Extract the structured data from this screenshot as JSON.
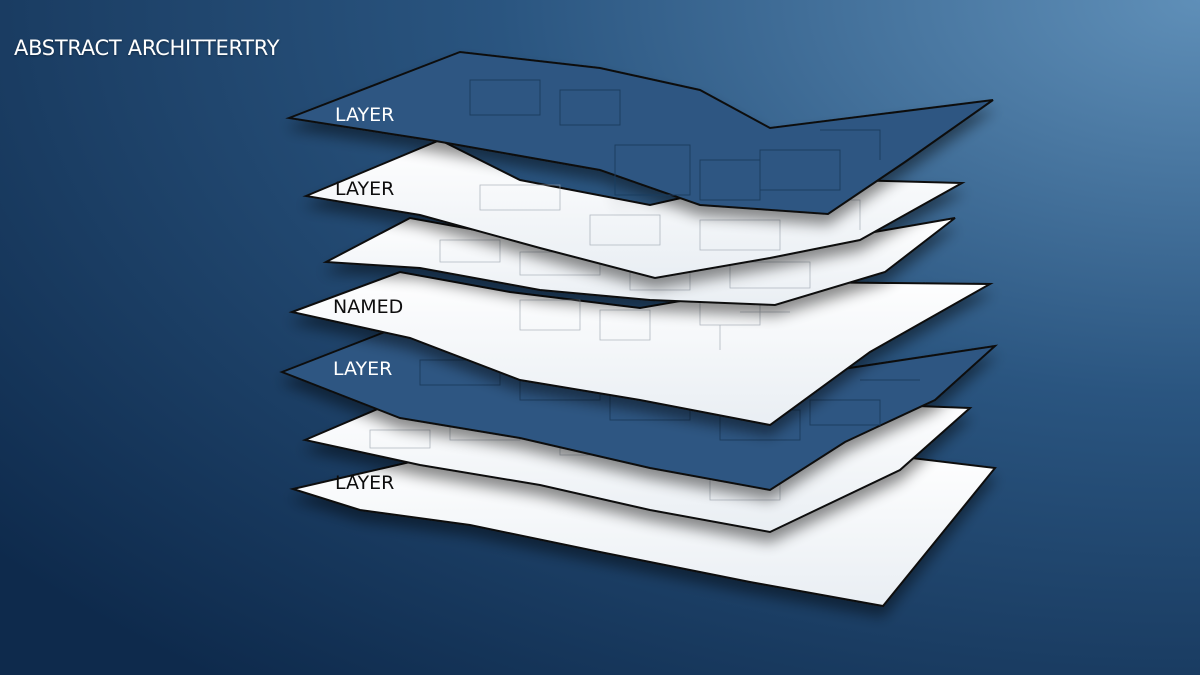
{
  "title": {
    "part1": "ABSTRACT",
    "part2": "ARCHITTERTRY"
  },
  "colors": {
    "background_light": "#5f8fb8",
    "background_dark": "#0e2a4c",
    "blue_sheet": "#2d5782",
    "white_sheet": "#ffffff",
    "sheet_outline": "#111111"
  },
  "layers": [
    {
      "label": "LAYER",
      "style": "blue"
    },
    {
      "label": "LAYER",
      "style": "white"
    },
    {
      "label": "",
      "style": "white"
    },
    {
      "label": "NAMED",
      "style": "white"
    },
    {
      "label": "LAYER",
      "style": "blue"
    },
    {
      "label": "",
      "style": "white"
    },
    {
      "label": "LAYER",
      "style": "white"
    }
  ]
}
